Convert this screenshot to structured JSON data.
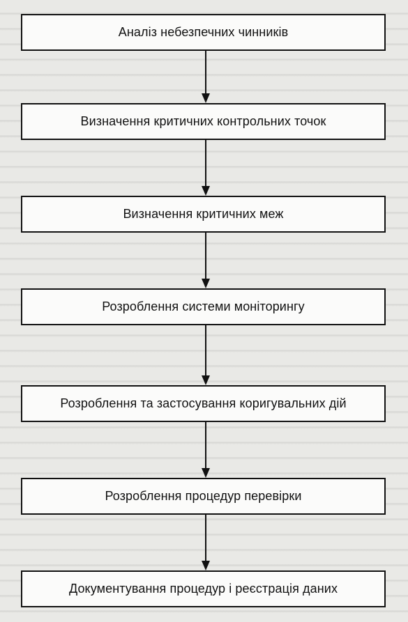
{
  "flowchart": {
    "steps": [
      "Аналіз небезпечних чинників",
      "Визначення критичних контрольних точок",
      "Визначення критичних меж",
      "Розроблення системи моніторингу",
      "Розроблення та застосування коригувальних дій",
      "Розроблення процедур перевірки",
      "Документування процедур і реєстрація даних"
    ]
  },
  "colors": {
    "box_border": "#111111",
    "box_fill": "#fbfbfa",
    "arrow": "#111111"
  }
}
